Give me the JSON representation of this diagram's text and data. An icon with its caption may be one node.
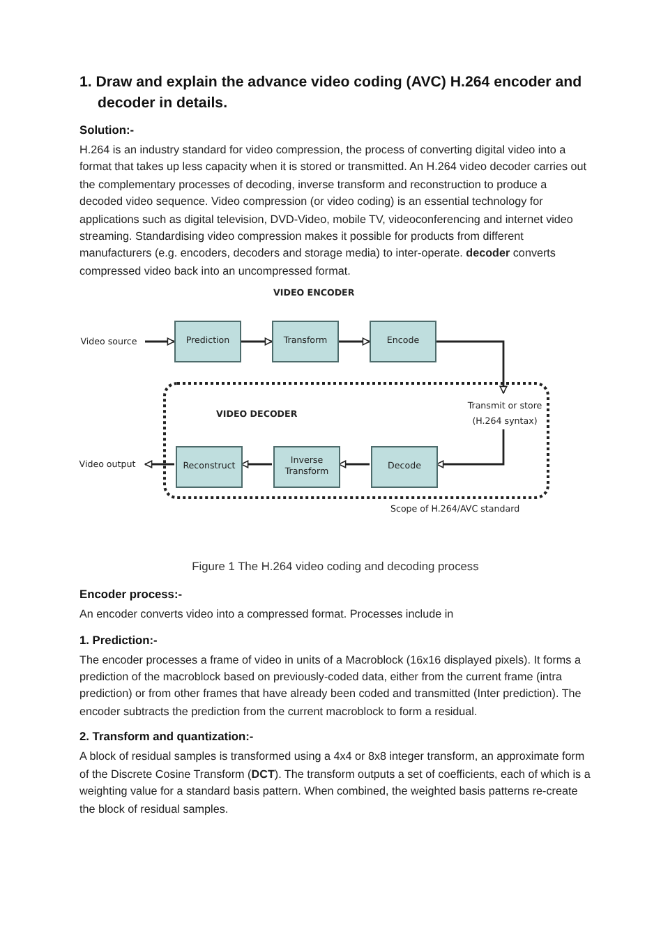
{
  "diagram": {
    "title": "1. Draw and explain the advance video coding (AVC) H.264 encoder and decoder in details.",
    "caption": "Figure 1 The H.264 video coding and decoding process",
    "nodes": [
      {
        "text": [
          "Video source"
        ]
      },
      {
        "text": [
          "Prediction"
        ]
      },
      {
        "text": [
          "Transform"
        ]
      },
      {
        "text": [
          "Encode"
        ]
      },
      {
        "text": [
          "VIDEO DECODER"
        ],
        "beside": [
          "Scope of H.264/AVC standard"
        ]
      },
      {
        "text": [
          "Transmit or store (H.264 syntax)"
        ],
        "in": 4
      },
      {
        "text": [
          "Decode"
        ],
        "in": 4
      },
      {
        "text": [
          "Inverse Transform"
        ],
        "in": 4
      },
      {
        "text": [
          "Reconstruct"
        ],
        "in": 4
      },
      {
        "text": [
          "Video output"
        ]
      }
    ],
    "edges": [
      {
        "from": 0,
        "to": 1,
        "arrow": "to"
      },
      {
        "from": 1,
        "to": 2,
        "arrow": "to"
      },
      {
        "from": 2,
        "to": 3,
        "arrow": "to"
      },
      {
        "from": 3,
        "to": 5,
        "arrow": "to"
      },
      {
        "from": 5,
        "to": 6,
        "arrow": "to"
      },
      {
        "from": 6,
        "to": 7,
        "arrow": "to"
      },
      {
        "from": 7,
        "to": 8,
        "arrow": "to"
      },
      {
        "from": 8,
        "to": 9,
        "arrow": "to"
      }
    ],
    "labels": [
      "Solution:-",
      "H.264 is an industry standard for video compression, the process of converting digital video into a format that takes up less capacity when it is stored or transmitted. An H.264 video decoder carries out the complementary processes of decoding, inverse transform and reconstruction to produce a decoded video sequence. Video compression (or video coding) is an essential technology for applications such as digital television, DVD-Video, mobile TV, videoconferencing and internet video streaming. Standardising video compression makes it possible for products from different manufacturers (e.g. encoders, decoders and storage media) to inter-operate. **decoder** converts compressed video back into an uncompressed format.",
      "VIDEO ENCODER",
      "Encoder process:-",
      "An encoder converts video into a compressed format. Processes include in",
      "1. Prediction:-",
      "The encoder processes a frame of video in units of a Macroblock (16x16 displayed pixels). It forms a prediction of the macroblock based on previously-coded data, either from the current frame (intra prediction) or from other frames that have already been coded and transmitted (Inter prediction). The encoder subtracts the prediction from the current macroblock to form a residual.",
      "2. Transform and quantization:-",
      "A block of residual samples is transformed using a 4x4 or 8x8 integer transform, an approximate form of the Discrete Cosine Transform (**DCT**). The transform outputs a set of coefficients, each of which is a weighting value for a standard basis pattern. When combined, the weighted basis patterns re-create the block of residual samples."
    ]
  }
}
